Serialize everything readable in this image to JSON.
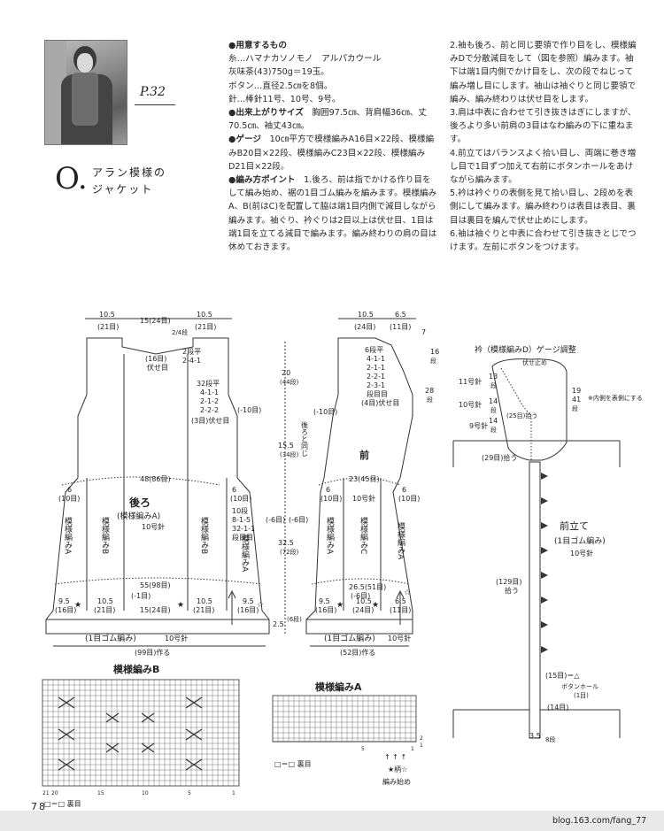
{
  "page_ref": "P.32",
  "item_letter": "O.",
  "item_title": "アラン模様の\nジャケット",
  "materials": {
    "heading": "●用意するもの",
    "lines": [
      "糸…ハマナカソノモノ　アルパカウール",
      "灰味茶(43)750g＝19玉。",
      "ボタン…直径2.5㎝を8個。",
      "針…棒針11号、10号、9号。"
    ]
  },
  "finished_size": {
    "heading": "●出来上がりサイズ",
    "text": "胸囲97.5㎝、背肩幅36㎝、丈70.5㎝、袖丈43㎝。"
  },
  "gauge": {
    "heading": "●ゲージ",
    "text": "10㎝平方で模様編みA16目×22段、模様編みB20目×22段、模様編みC23目×22段、模様編みD21目×22段。"
  },
  "points": {
    "heading": "●編み方ポイント",
    "steps": [
      "1.後ろ、前は指でかける作り目をして編み始め、裾の1目ゴム編みを編みます。模様編みA、B(前はC)を配置して脇は端1目内側で減目しながら編みます。袖ぐり、衿ぐりは2目以上は伏せ目、1目は端1目を立てる減目で編みます。編み終わりの肩の目は休めておきます。",
      "2.袖も後ろ、前と同じ要領で作り目をし、模様編みDで分散減目をして（図を参照）編みます。袖下は端1目内側でかけ目をし、次の段でねじって編み増し目にします。袖山は袖ぐりと同じ要領で編み、編み終わりは伏せ目をします。",
      "3.肩は中表に合わせて引き抜きはぎにしますが、後ろより多い前肩の3目はなわ編みの下に重ねます。",
      "4.前立てはバランスよく拾い目し、両端に巻き増し目で1目ずつ加えて右前にボタンホールをあけながら編みます。",
      "5.衿は衿ぐりの表側を見て拾い目し、2段めを表側にして編みます。編み終わりは表目は表目、裏目は裏目を編んで伏せ止めにします。",
      "6.袖は袖ぐりと中表に合わせて引き抜きとじでつけます。左前にボタンをつけます。"
    ]
  },
  "back": {
    "top_widths": [
      "10.5",
      "15(24目)",
      "10.5"
    ],
    "top_rows": [
      "(21目)",
      "(21目)"
    ],
    "neck_rows": "2/4段",
    "neck_shape": [
      "(16目)",
      "伏せ目"
    ],
    "neck_dec": [
      "2段平",
      "2-4-1"
    ],
    "arm_dec": [
      "32段平",
      "4-1-1",
      "2-1-2",
      "2-2-2",
      "(3目)伏せ目"
    ],
    "arm_dec_side": "(-10目)",
    "chest": "48(86目)",
    "side_marks": [
      "6",
      "(10目)",
      "6",
      "(10目)"
    ],
    "side_dec": [
      "10段",
      "8-1-5",
      "32-1-1",
      "段目目"
    ],
    "side_dec_side": "(-6目)",
    "label": "後ろ",
    "label_sub": "(模様編みA)",
    "needle": "10号針",
    "panels": [
      "模様編みA",
      "模様編みB",
      "模様編みB",
      "模様編みA"
    ],
    "hem": "55(98目)",
    "hem_inc": "(-1目)",
    "bottom_segments": [
      "9.5",
      "10.5",
      "15(24目)",
      "10.5",
      "9.5"
    ],
    "bottom_rows": [
      "(16目)",
      "(21目)",
      "(21目)",
      "(16目)"
    ],
    "rib": "(1目ゴム編み)",
    "rib_needle": "10号針",
    "cast_on": "(99目)作る"
  },
  "vertical_dims": {
    "top": "20",
    "top_rows": "(44段)",
    "mid": "15.5",
    "mid_rows": "(34段)",
    "lower": "32.5",
    "lower_rows": "(72段)",
    "rib": "2.5",
    "rib_rows": "(6段)",
    "side_note": "後ろと同じ"
  },
  "front": {
    "top_widths": [
      "10.5",
      "6.5"
    ],
    "top_rows": [
      "(24目)",
      "(11目)"
    ],
    "neck_dec": [
      "6段平",
      "4-1-1",
      "2-1-1",
      "2-2-1",
      "2-3-1",
      "段目目",
      "(4目)伏せ目"
    ],
    "shoulder_rows": [
      "16",
      "段",
      "28",
      "段"
    ],
    "shoulder_side": "7",
    "arm_dec_side": "(-10目)",
    "label": "前",
    "width": "23(45目)",
    "needle": "10号針",
    "side_marks": [
      "6",
      "(10目)",
      "6",
      "(10目)"
    ],
    "side_dec_side": "(-6目)",
    "panels": [
      "模様編みA",
      "模様編みC",
      "模様編みA"
    ],
    "hem": "26.5(51目)",
    "hem_inc": "(-6目)",
    "bottom_segments": [
      "9.5",
      "10.5",
      "6.5"
    ],
    "bottom_rows": [
      "(16目)",
      "(24目)",
      "(11目)"
    ],
    "rib": "(1目ゴム編み)",
    "rib_needle": "10号針",
    "cast_on": "(52目)作る"
  },
  "collar": {
    "title": "衿（模様編みD）ゲージ調整",
    "bind_off": "伏せ止め",
    "pick_left": [
      "11号針",
      "13",
      "段"
    ],
    "pick_mid": [
      "10号針",
      "14",
      "段"
    ],
    "pick_low": [
      "9号針",
      "14",
      "段"
    ],
    "right_rows": [
      "19",
      "41",
      "段"
    ],
    "note": "※内側を表側にする",
    "pick_up": "(25目)拾う",
    "pick_up2": "(29目)拾う"
  },
  "front_band": {
    "title": "前立て",
    "sub": "(1目ゴム編み)",
    "needle": "10号針",
    "pick": [
      "(129目)",
      "拾う"
    ],
    "buttonhole_count": "(15目)＝△",
    "buttonhole_label": [
      "ボタンホール",
      "(1目)"
    ],
    "bottom_count": "(14目)",
    "bottom_dim": [
      "3.5",
      "8段"
    ]
  },
  "chart_b": {
    "title": "模様編みB",
    "legend": "□＝□ 裏目",
    "col_nums": [
      "21",
      "20",
      "15",
      "10",
      "5",
      "1"
    ]
  },
  "chart_a": {
    "title": "模様編みA",
    "legend": "□＝□ 裏目",
    "start": "★柄☆",
    "start_label": "編み始め",
    "row_nums": [
      "2",
      "1"
    ],
    "col_nums": [
      "5",
      "1"
    ]
  },
  "page_number": "78",
  "blog": "blog.163.com/fang_77"
}
